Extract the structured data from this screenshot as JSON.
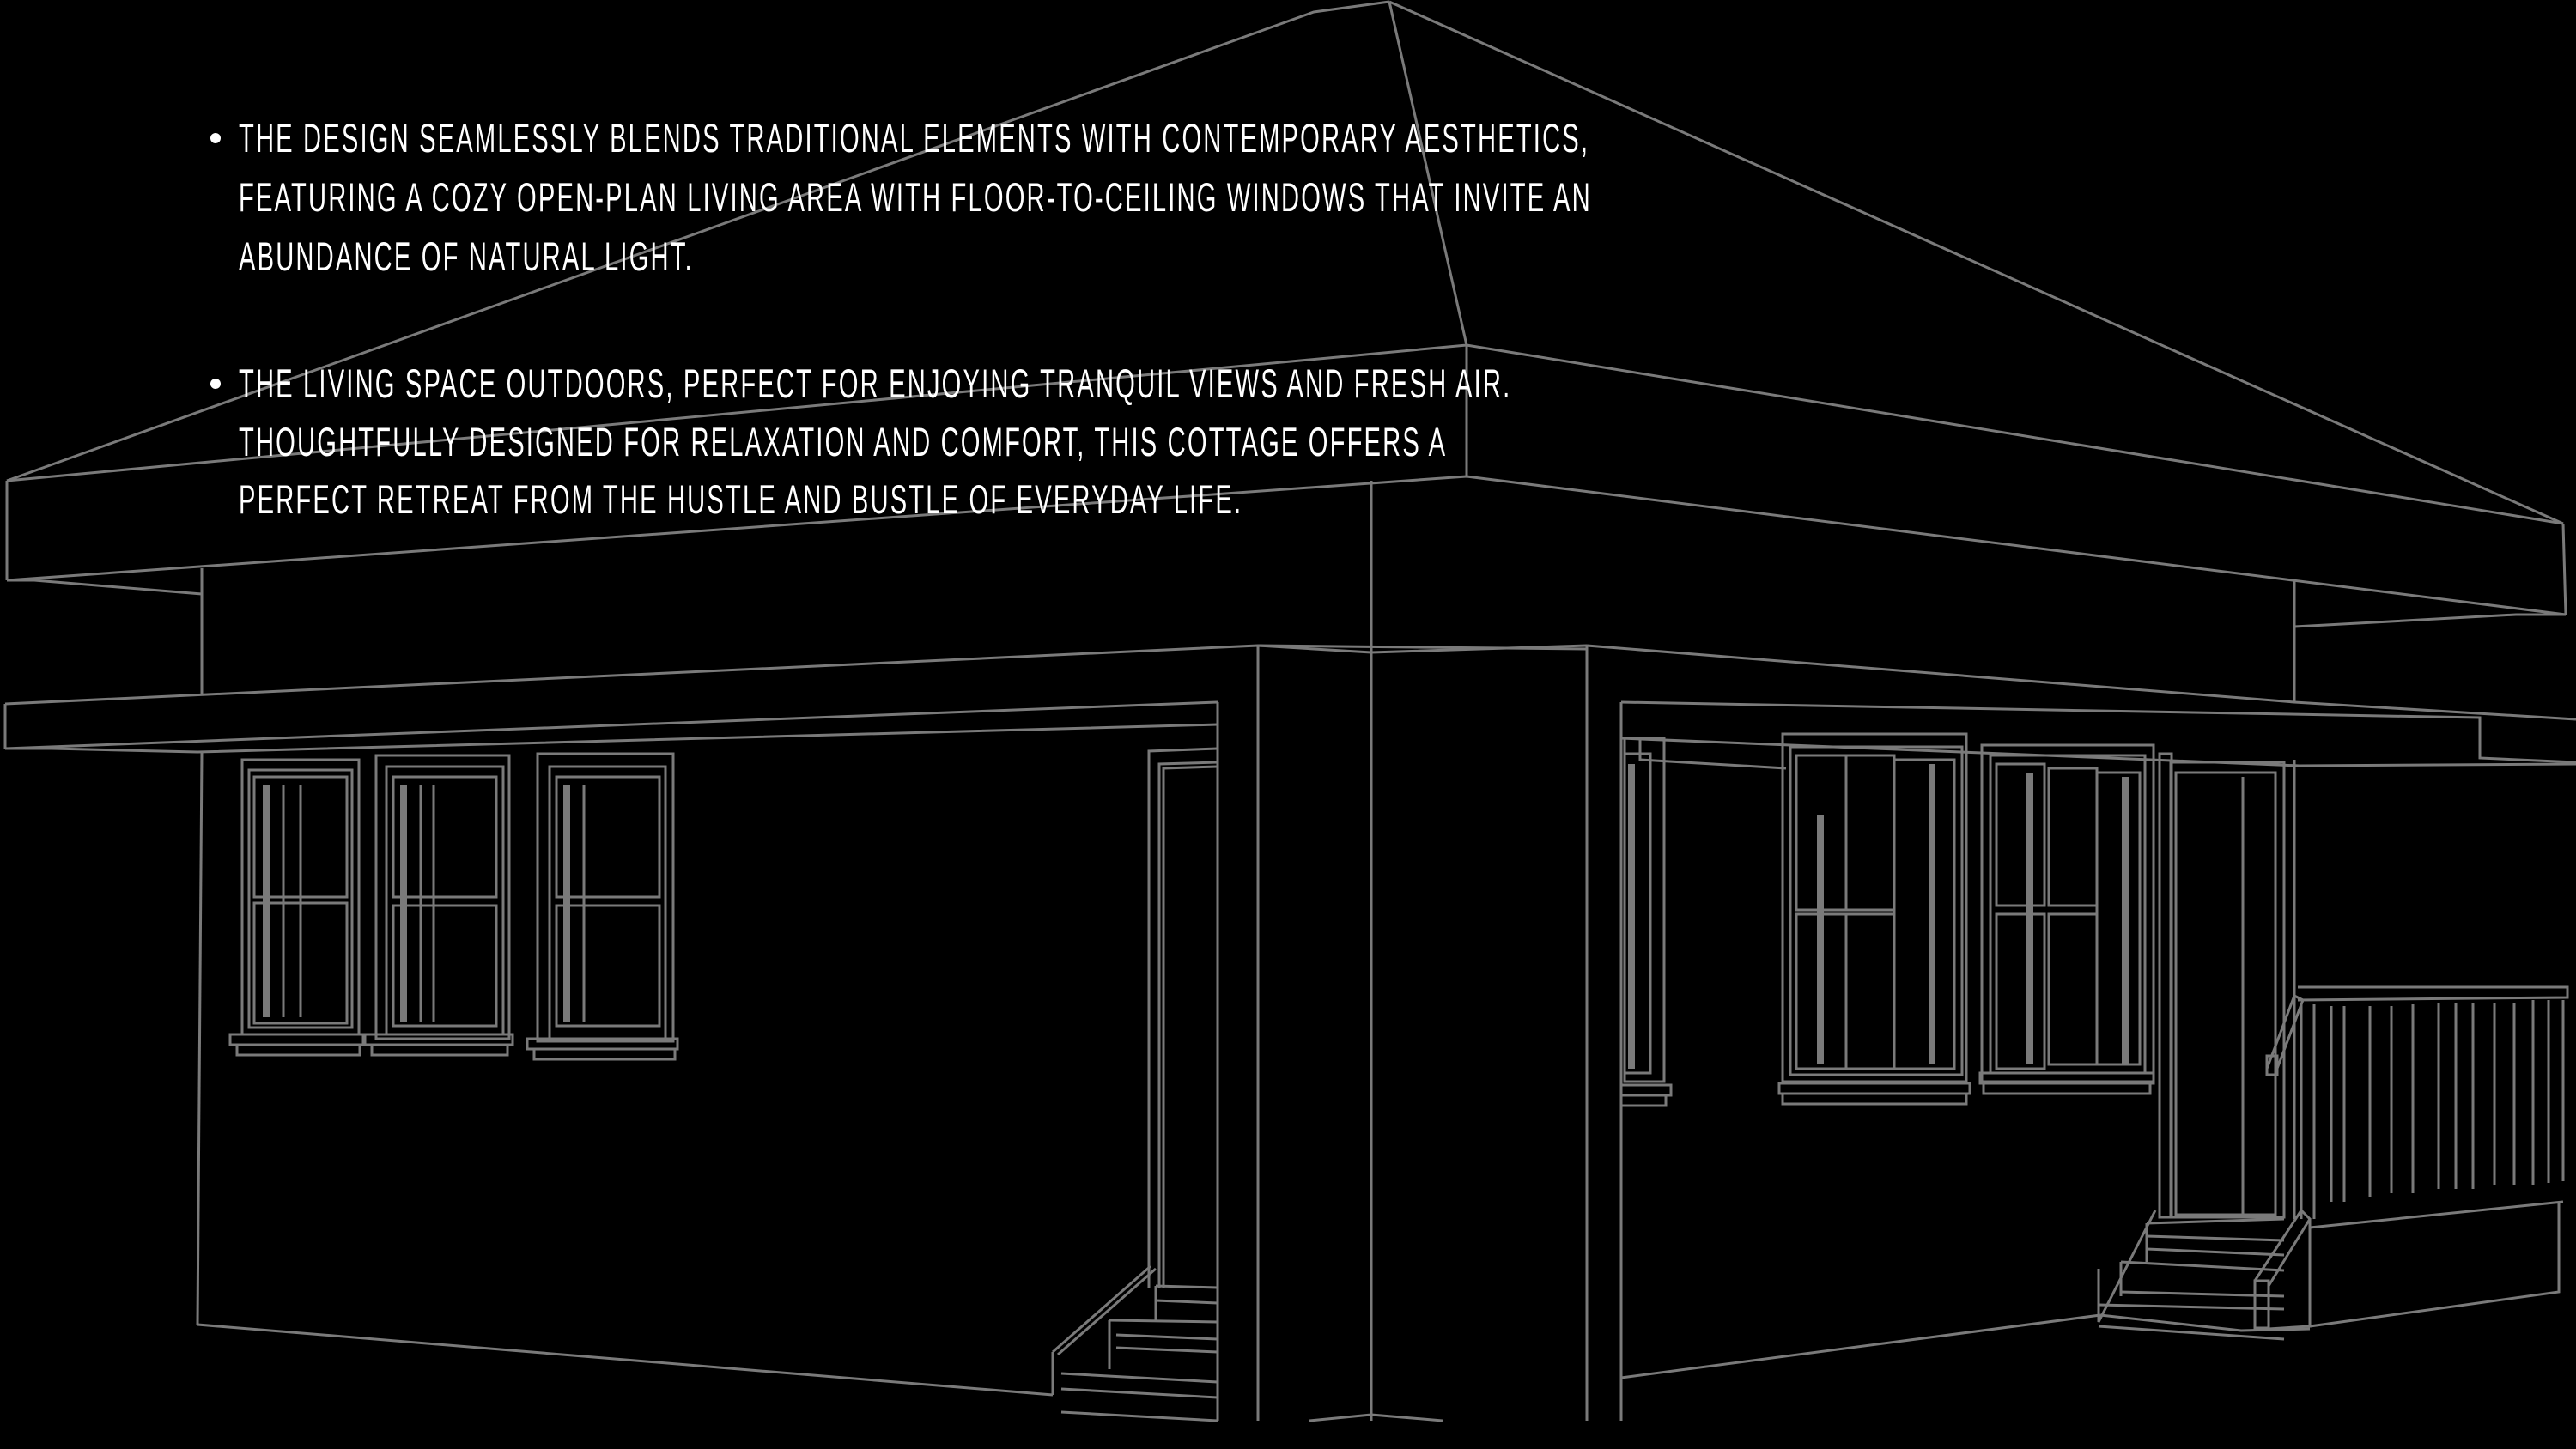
{
  "colors": {
    "background": "#000000",
    "text": "#ffffff",
    "linework": "#7a7a7a"
  },
  "illustration": {
    "subject": "cottage-wireframe-line-drawing",
    "style": "gray line art on black background"
  },
  "bullets": [
    {
      "lines": [
        "THE DESIGN SEAMLESSLY BLENDS TRADITIONAL ELEMENTS WITH CONTEMPORARY AESTHETICS,",
        "FEATURING A COZY OPEN-PLAN LIVING AREA WITH FLOOR-TO-CEILING WINDOWS THAT INVITE AN",
        "ABUNDANCE OF NATURAL LIGHT."
      ]
    },
    {
      "lines": [
        "THE LIVING SPACE OUTDOORS, PERFECT FOR ENJOYING TRANQUIL VIEWS AND FRESH AIR.",
        "THOUGHTFULLY DESIGNED FOR RELAXATION AND COMFORT, THIS COTTAGE OFFERS A",
        "PERFECT RETREAT FROM THE HUSTLE AND BUSTLE OF EVERYDAY LIFE."
      ]
    }
  ]
}
